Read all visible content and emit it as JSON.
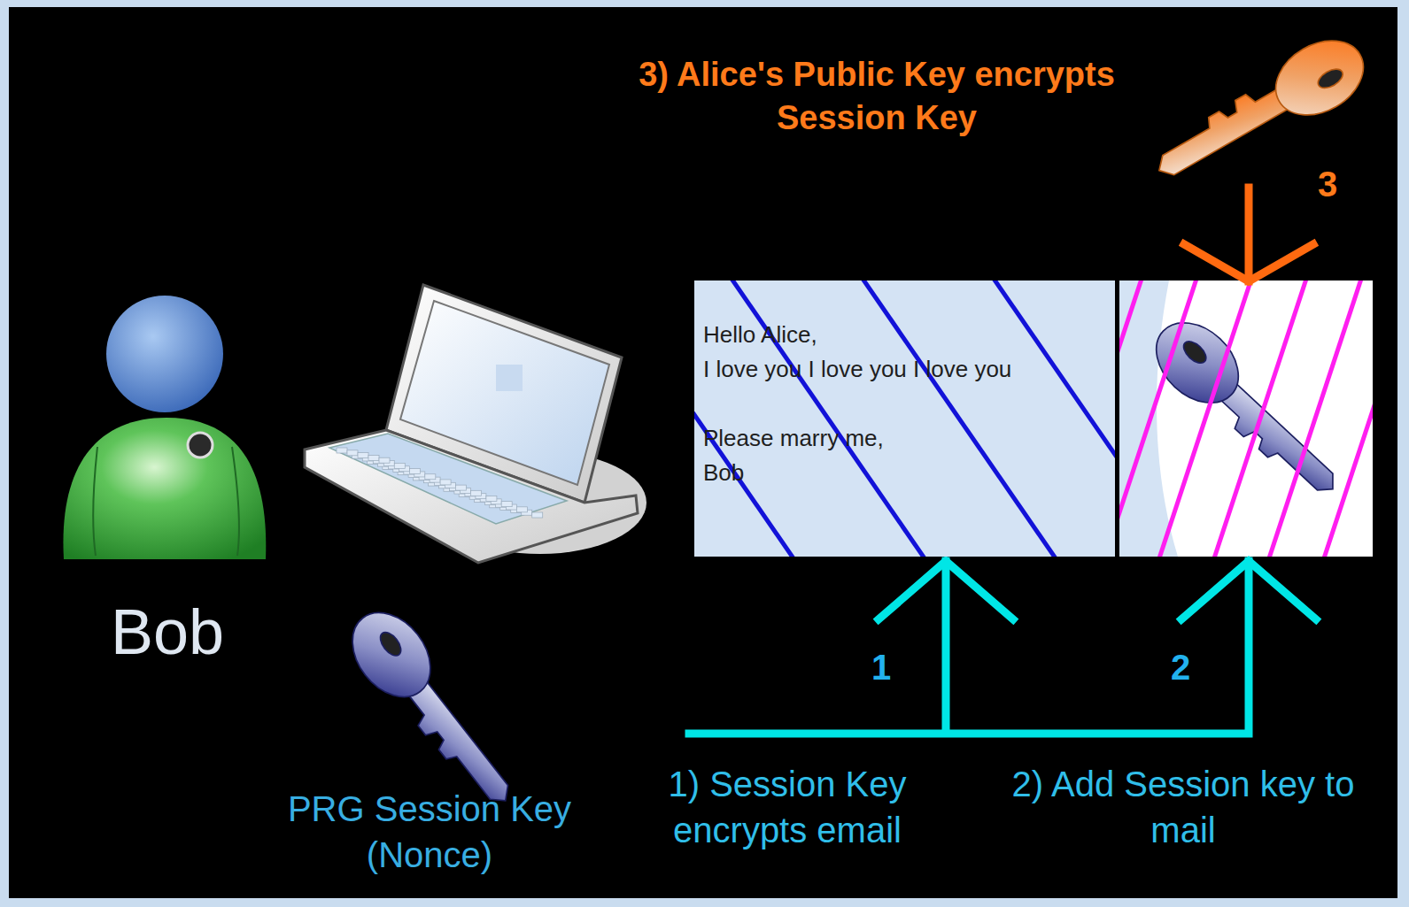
{
  "diagram": {
    "nodes": [
      {
        "text": [
          "Hello Alice,",
          "I love you I love you I love you",
          "Please marry me,",
          "Bob"
        ]
      }
    ],
    "labels": [
      "3) Alice's Public Key encrypts Session Key",
      "3",
      "Bob",
      "1",
      "2",
      "PRG Session Key (Nonce)",
      "1) Session Key encrypts email",
      "2) Add Session key to mail"
    ]
  }
}
